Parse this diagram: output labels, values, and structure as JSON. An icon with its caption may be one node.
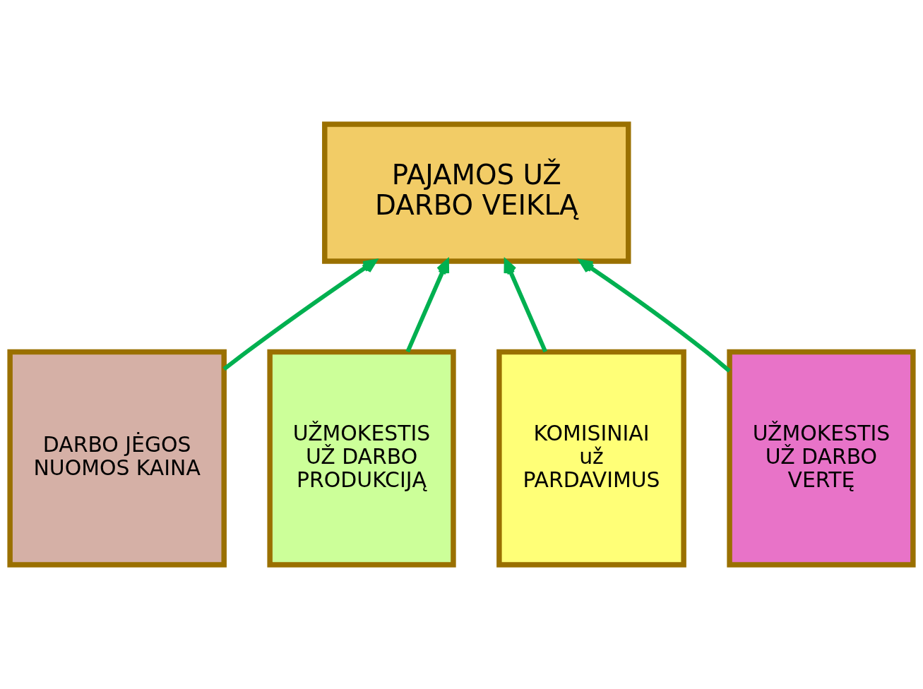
{
  "diagram": {
    "nodes": [
      {
        "text": [
          "PAJAMOS UŽ DARBO VEIKLĄ"
        ]
      },
      {
        "text": [
          "DARBO JĖGOS NUOMOS KAINA"
        ]
      },
      {
        "text": [
          "UŽMOKESTIS UŽ DARBO PRODUKCIJĄ"
        ]
      },
      {
        "text": [
          "KOMISINIAI už PARDAVIMUS"
        ]
      },
      {
        "text": [
          "UŽMOKESTIS UŽ DARBO VERTĘ"
        ]
      }
    ],
    "edges": [
      {
        "from": 1,
        "to": 0,
        "arrow": "to",
        "color": "#00b050"
      },
      {
        "from": 2,
        "to": 0,
        "arrow": "to",
        "color": "#00b050"
      },
      {
        "from": 3,
        "to": 0,
        "arrow": "to",
        "color": "#00b050"
      },
      {
        "from": 4,
        "to": 0,
        "arrow": "to",
        "color": "#00b050"
      }
    ]
  }
}
